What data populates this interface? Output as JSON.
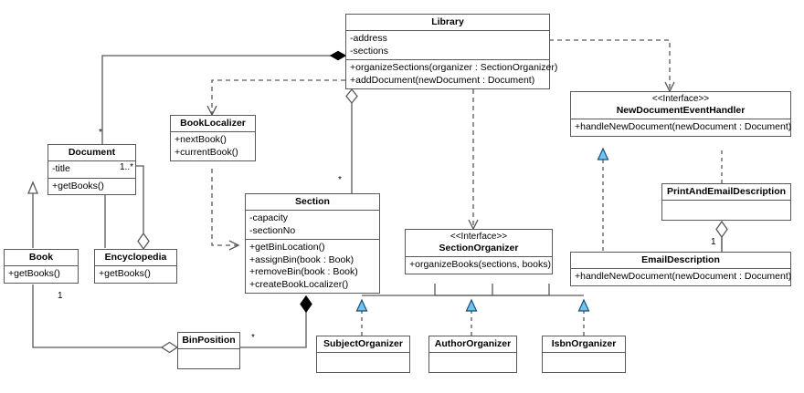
{
  "diagram": {
    "title": "Library UML Class Diagram",
    "colors": {
      "line": "#595959",
      "box_border": "#595959",
      "realization_arrow_fill": "#6CC6F0",
      "realization_arrow_stroke": "#1F4E79",
      "background": "#ffffff"
    }
  },
  "classes": {
    "library": {
      "name": "Library",
      "stereotype": "",
      "attributes": [
        "-address",
        "-sections"
      ],
      "operations": [
        "+organizeSections(organizer : SectionOrganizer)",
        "+addDocument(newDocument : Document)"
      ]
    },
    "book_localizer": {
      "name": "BookLocalizer",
      "stereotype": "",
      "attributes": [],
      "operations": [
        "+nextBook()",
        "+currentBook()"
      ]
    },
    "document": {
      "name": "Document",
      "stereotype": "",
      "attributes": [
        "-title"
      ],
      "operations": [
        "+getBooks()"
      ]
    },
    "book": {
      "name": "Book",
      "stereotype": "",
      "attributes": [],
      "operations": [
        "+getBooks()"
      ]
    },
    "encyclopedia": {
      "name": "Encyclopedia",
      "stereotype": "",
      "attributes": [],
      "operations": [
        "+getBooks()"
      ]
    },
    "section": {
      "name": "Section",
      "stereotype": "",
      "attributes": [
        "-capacity",
        "-sectionNo"
      ],
      "operations": [
        "+getBinLocation()",
        "+assignBin(book : Book)",
        "+removeBin(book : Book)",
        "+createBookLocalizer()"
      ]
    },
    "bin_position": {
      "name": "BinPosition",
      "stereotype": "",
      "attributes": [],
      "operations": []
    },
    "section_organizer": {
      "name": "SectionOrganizer",
      "stereotype": "<<Interface>>",
      "attributes": [],
      "operations": [
        "+organizeBooks(sections, books)"
      ]
    },
    "subject_organizer": {
      "name": "SubjectOrganizer",
      "stereotype": "",
      "attributes": [],
      "operations": []
    },
    "author_organizer": {
      "name": "AuthorOrganizer",
      "stereotype": "",
      "attributes": [],
      "operations": []
    },
    "isbn_organizer": {
      "name": "IsbnOrganizer",
      "stereotype": "",
      "attributes": [],
      "operations": []
    },
    "new_document_event_handler": {
      "name": "NewDocumentEventHandler",
      "stereotype": "<<Interface>>",
      "attributes": [],
      "operations": [
        "+handleNewDocument(newDocument : Document)"
      ]
    },
    "print_and_email_description": {
      "name": "PrintAndEmailDescription",
      "stereotype": "",
      "attributes": [],
      "operations": []
    },
    "email_description": {
      "name": "EmailDescription",
      "stereotype": "",
      "attributes": [],
      "operations": [
        "+handleNewDocument(newDocument : Document)"
      ]
    }
  },
  "multiplicities": {
    "library_document": "*",
    "document_sub": "1..*",
    "library_section": "*",
    "book_binposition": "1",
    "binposition_section": "*",
    "printandemail_email": "1"
  },
  "relationships": [
    {
      "from": "Library",
      "to": "Document",
      "type": "composition",
      "multiplicity": "*"
    },
    {
      "from": "Library",
      "to": "Section",
      "type": "aggregation",
      "multiplicity": "*"
    },
    {
      "from": "Library",
      "to": "BookLocalizer",
      "type": "dependency"
    },
    {
      "from": "Library",
      "to": "SectionOrganizer",
      "type": "dependency"
    },
    {
      "from": "Library",
      "to": "NewDocumentEventHandler",
      "type": "dependency"
    },
    {
      "from": "Book",
      "to": "Document",
      "type": "generalization"
    },
    {
      "from": "Encyclopedia",
      "to": "Document",
      "type": "generalization"
    },
    {
      "from": "Document",
      "to": "Encyclopedia",
      "type": "aggregation",
      "multiplicity": "1..*"
    },
    {
      "from": "BookLocalizer",
      "to": "Section",
      "type": "dependency"
    },
    {
      "from": "Section",
      "to": "BinPosition",
      "type": "composition",
      "multiplicity": "*"
    },
    {
      "from": "Book",
      "to": "BinPosition",
      "type": "aggregation",
      "multiplicity": "1"
    },
    {
      "from": "SubjectOrganizer",
      "to": "SectionOrganizer",
      "type": "realization"
    },
    {
      "from": "AuthorOrganizer",
      "to": "SectionOrganizer",
      "type": "realization"
    },
    {
      "from": "IsbnOrganizer",
      "to": "SectionOrganizer",
      "type": "realization"
    },
    {
      "from": "EmailDescription",
      "to": "NewDocumentEventHandler",
      "type": "realization"
    },
    {
      "from": "PrintAndEmailDescription",
      "to": "EmailDescription",
      "type": "aggregation",
      "multiplicity": "1"
    }
  ]
}
